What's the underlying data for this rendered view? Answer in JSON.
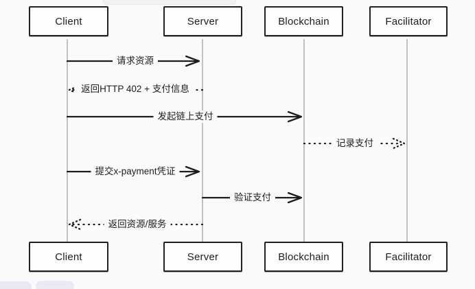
{
  "diagram_type": "sequence-diagram",
  "actors": [
    {
      "id": "client",
      "label": "Client"
    },
    {
      "id": "server",
      "label": "Server"
    },
    {
      "id": "blockchain",
      "label": "Blockchain"
    },
    {
      "id": "facilitator",
      "label": "Facilitator"
    }
  ],
  "messages": [
    {
      "from": "Client",
      "to": "Server",
      "label": "请求资源",
      "style": "solid"
    },
    {
      "from": "Server",
      "to": "Client",
      "label": "返回HTTP 402 + 支付信息",
      "style": "dashed"
    },
    {
      "from": "Client",
      "to": "Blockchain",
      "label": "发起链上支付",
      "style": "solid"
    },
    {
      "from": "Blockchain",
      "to": "Facilitator",
      "label": "记录支付",
      "style": "dashed"
    },
    {
      "from": "Client",
      "to": "Server",
      "label": "提交x-payment凭证",
      "style": "solid"
    },
    {
      "from": "Server",
      "to": "Blockchain",
      "label": "验证支付",
      "style": "solid"
    },
    {
      "from": "Server",
      "to": "Client",
      "label": "返回资源/服务",
      "style": "dashed"
    }
  ],
  "colors": {
    "background": "#fafafa",
    "stroke": "#1c1c1e",
    "lifeline": "#9b9b9b",
    "box_border": "#202022",
    "text": "#1d1d1f"
  }
}
